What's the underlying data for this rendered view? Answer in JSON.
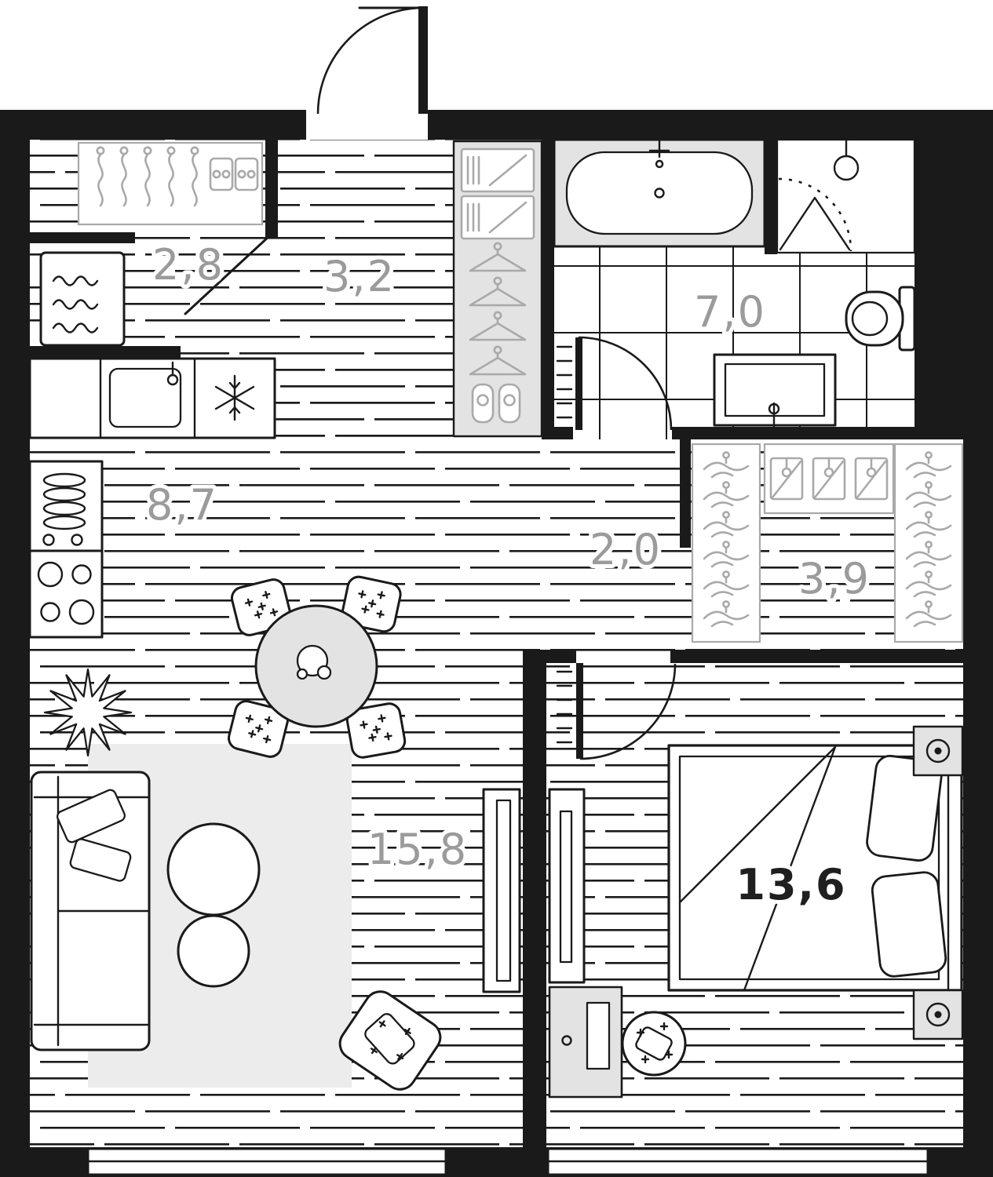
{
  "colors": {
    "wall": "#1a1a1a",
    "glyph": "#a9a9a9",
    "furnGray": "#e3e3e3",
    "rug": "#ececec",
    "label": "#9b9b9b",
    "labelDark": "#1f1f1f"
  },
  "rooms": {
    "entry_closet": {
      "area": "2,8"
    },
    "hallway": {
      "area": "3,2"
    },
    "bathroom": {
      "area": "7,0"
    },
    "kitchen": {
      "area": "8,7"
    },
    "hall": {
      "area": "2,0"
    },
    "wardrobe": {
      "area": "3,9"
    },
    "living_room": {
      "area": "15,8"
    },
    "bedroom": {
      "area": "13,6"
    }
  },
  "furniture_icons": [
    "entrance-door",
    "closet-hangers",
    "shoe-boxes",
    "washing-machine",
    "hall-wardrobe-unit",
    "bathtub",
    "shower",
    "toilet",
    "washbasin",
    "kitchen-sink",
    "fridge-snowflake",
    "dish-rack",
    "stove-burners",
    "dining-table",
    "dining-chair",
    "sofa",
    "coffee-table",
    "plant",
    "armchair",
    "tv-unit",
    "dresser",
    "pouf",
    "bed",
    "pillows",
    "speaker",
    "wardrobe-hangers",
    "storage-boxes",
    "window"
  ]
}
